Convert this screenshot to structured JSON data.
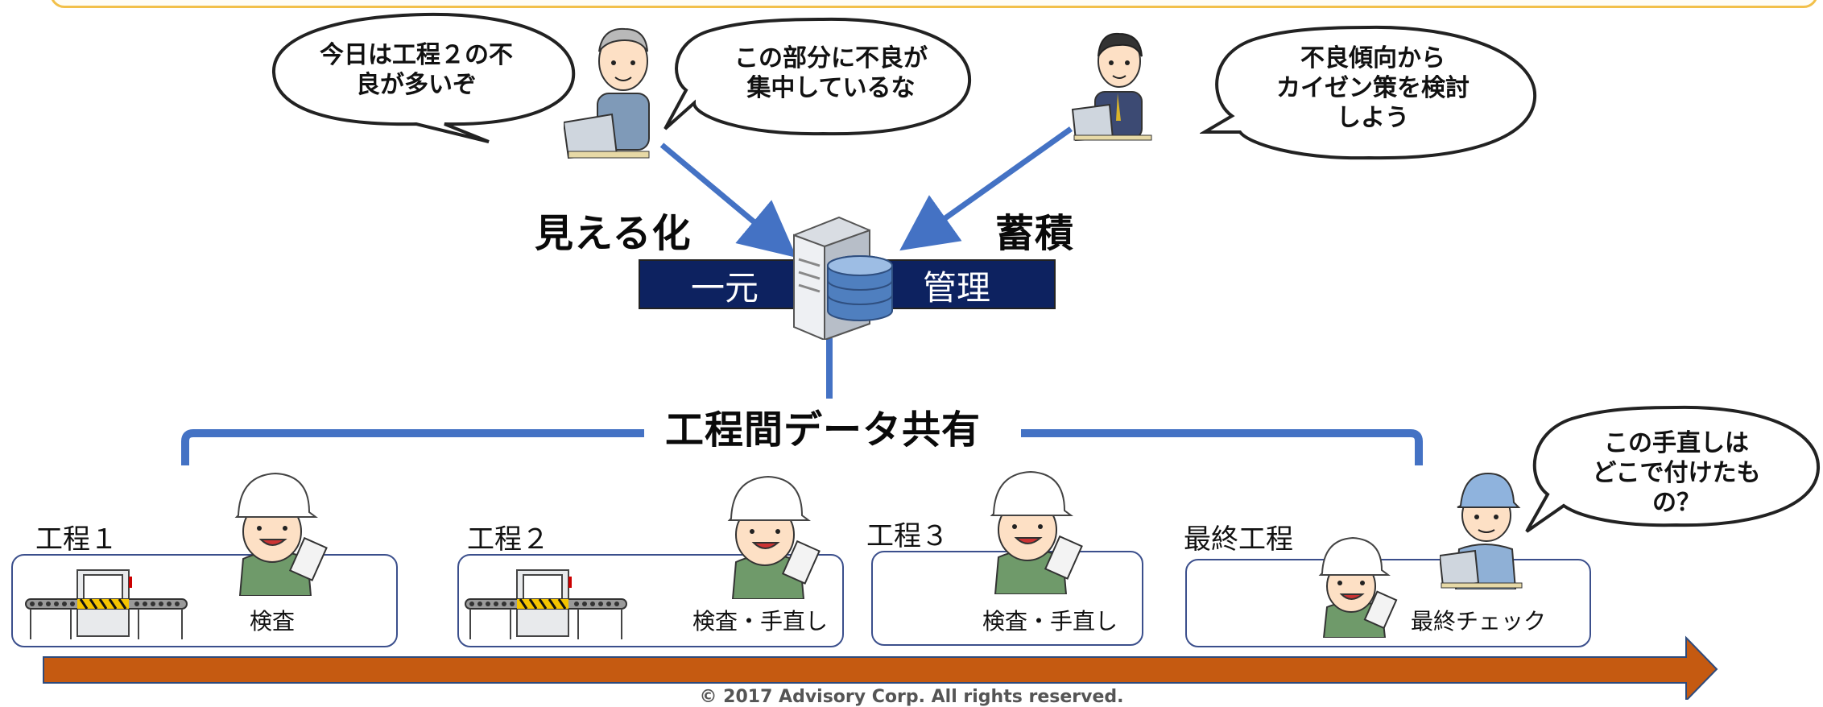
{
  "bubbles": {
    "manager1_left": [
      "今日は工程２の不",
      "良が多いぞ"
    ],
    "manager1_right": [
      "この部分に不良が",
      "集中しているな"
    ],
    "manager2": [
      "不良傾向から",
      "カイゼン策を検討",
      "しよう"
    ],
    "final_worker": [
      "この手直しは",
      "どこで付けたも",
      "の？"
    ]
  },
  "labels": {
    "visualize": "見える化",
    "accumulate": "蓄積",
    "unified": "一元",
    "management": "管理",
    "data_sharing": "工程間データ共有"
  },
  "stations": [
    {
      "name": "工程１",
      "task": "検査"
    },
    {
      "name": "工程２",
      "task": "検査・手直し"
    },
    {
      "name": "工程３",
      "task": "検査・手直し"
    },
    {
      "name": "最終工程",
      "task": "最終チェック"
    }
  ],
  "footer": "© 2017 Advisory Corp. All rights reserved.",
  "colors": {
    "connector_blue": "#4472c4",
    "navy_band": "#0d2260",
    "process_arrow": "#c55a11",
    "box_border": "#3b4f8c",
    "banner_border": "#f2c04a"
  }
}
